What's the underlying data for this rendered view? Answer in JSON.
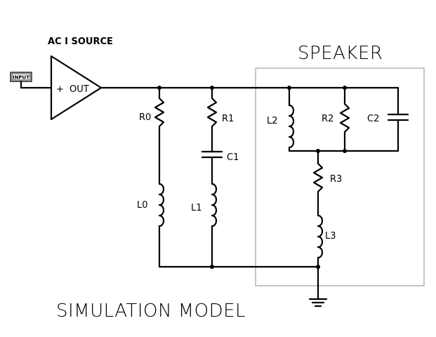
{
  "source": {
    "title": "AC I SOURCE",
    "plus": "+",
    "out": "OUT"
  },
  "input_label": "INPUT",
  "speaker_label": "SPEAKER",
  "footer": "SIMULATION MODEL",
  "components": {
    "R0": "R0",
    "L0": "L0",
    "R1": "R1",
    "C1": "C1",
    "L1": "L1",
    "L2": "L2",
    "R2": "R2",
    "C2": "C2",
    "R3": "R3",
    "L3": "L3"
  },
  "colors": {
    "wire": "#000000",
    "speaker_box": "#a0a0a0",
    "background": "#ffffff"
  }
}
